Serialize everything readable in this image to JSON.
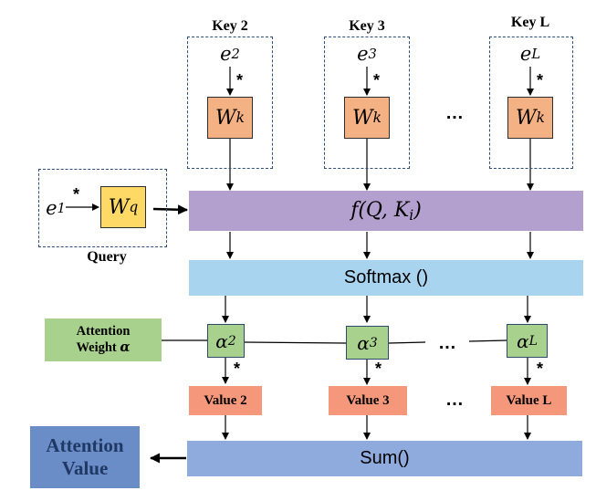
{
  "keys": [
    {
      "header": "Key 2",
      "e_base": "e",
      "e_sub": "2",
      "w_base": "W",
      "w_sub": "k",
      "star": "*"
    },
    {
      "header": "Key 3",
      "e_base": "e",
      "e_sub": "3",
      "w_base": "W",
      "w_sub": "k",
      "star": "*"
    },
    {
      "header": "Key L",
      "e_base": "e",
      "e_sub": "L",
      "w_base": "W",
      "w_sub": "k",
      "star": "*"
    }
  ],
  "ellipsis": "…",
  "query": {
    "label": "Query",
    "e_base": "e",
    "e_sub": "1",
    "star": "*",
    "w_base": "W",
    "w_sub": "q"
  },
  "score_function": {
    "text_pre": "f(Q, K",
    "text_sub": "i",
    "text_post": ")"
  },
  "softmax": {
    "label": "Softmax ()"
  },
  "attention_weight": {
    "line1": "Attention",
    "line2": "Weight",
    "symbol": "α"
  },
  "alphas": [
    {
      "base": "α",
      "sub": "2"
    },
    {
      "base": "α",
      "sub": "3"
    },
    {
      "base": "α",
      "sub": "L"
    }
  ],
  "values": [
    {
      "label": "Value 2",
      "star": "*"
    },
    {
      "label": "Value 3",
      "star": "*"
    },
    {
      "label": "Value L",
      "star": "*"
    }
  ],
  "sum": {
    "label": "Sum()"
  },
  "attention_value": {
    "line1": "Attention",
    "line2": "Value"
  },
  "colors": {
    "purple": "#b4a0cf",
    "light_blue": "#a8d4f0",
    "sum_blue": "#8faadc",
    "green": "#a9d18e",
    "orange": "#f4b183",
    "salmon": "#f4977a",
    "yellow": "#ffd966",
    "dark_blue": "#6a8cc7"
  }
}
